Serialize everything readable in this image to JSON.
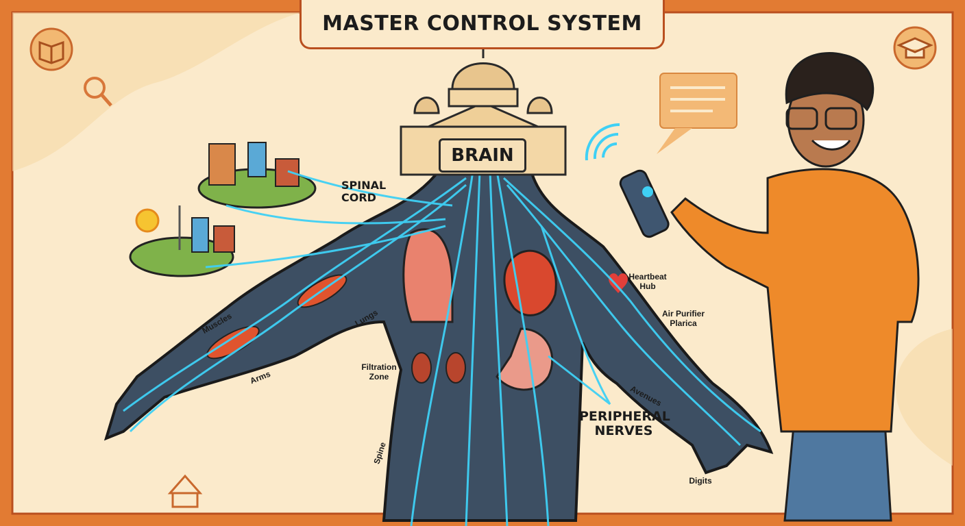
{
  "title": "MASTER CONTROL SYSTEM",
  "brain_label": "BRAIN",
  "labels": {
    "spinal_cord": "SPINAL CORD",
    "peripheral_nerves": "PERIPHERAL NERVES",
    "heartbeat_hub": "Heartbeat Hub",
    "air_purifier": "Air Purifier Plarica",
    "muscles": "Muscles",
    "lungs": "Lungs",
    "arms": "Arms",
    "filtration_zone": "Filtration Zone",
    "avenues": "Avenues",
    "spine": "Spine",
    "digits": "Digits"
  },
  "colors": {
    "frame": "#e27b33",
    "background": "#fbeacb",
    "nerve": "#3fd0f5",
    "body": "#3d4f63",
    "shirt": "#ee8a2a"
  },
  "icons": [
    "book-icon",
    "search-icon",
    "graduation-cap-icon",
    "speech-bubble-icon",
    "remote-control-icon",
    "wifi-signal-icon",
    "heart-icon"
  ]
}
